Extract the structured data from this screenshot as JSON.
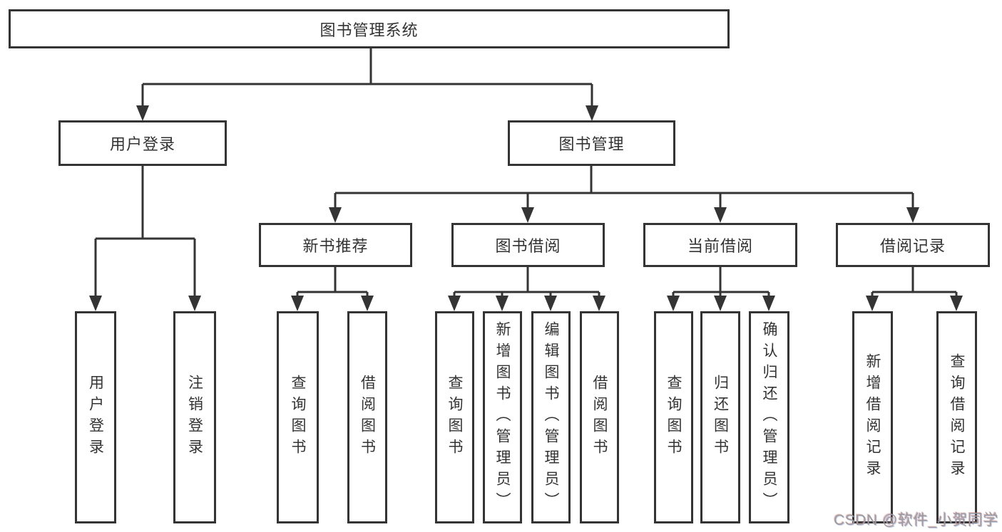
{
  "diagram": {
    "root": {
      "label": "图书管理系统"
    },
    "branches": [
      {
        "label": "用户登录",
        "children": [
          {
            "label": "用户登录"
          },
          {
            "label": "注销登录"
          }
        ]
      },
      {
        "label": "图书管理",
        "children": [
          {
            "label": "新书推荐",
            "children": [
              {
                "label": "查询图书"
              },
              {
                "label": "借阅图书"
              }
            ]
          },
          {
            "label": "图书借阅",
            "children": [
              {
                "label": "查询图书"
              },
              {
                "label": "新增图书（管理员）"
              },
              {
                "label": "编辑图书（管理员）"
              },
              {
                "label": "借阅图书"
              }
            ]
          },
          {
            "label": "当前借阅",
            "children": [
              {
                "label": "查询图书"
              },
              {
                "label": "归还图书"
              },
              {
                "label": "确认归还（管理员）"
              }
            ]
          },
          {
            "label": "借阅记录",
            "children": [
              {
                "label": "新增借阅记录"
              },
              {
                "label": "查询借阅记录"
              }
            ]
          }
        ]
      }
    ]
  },
  "watermark": {
    "text": "CSDN @软件_小贺同学"
  },
  "colors": {
    "line": "#343434",
    "text": "#333333",
    "watermark_text": "#9c9c9c",
    "background": "#ffffff"
  }
}
